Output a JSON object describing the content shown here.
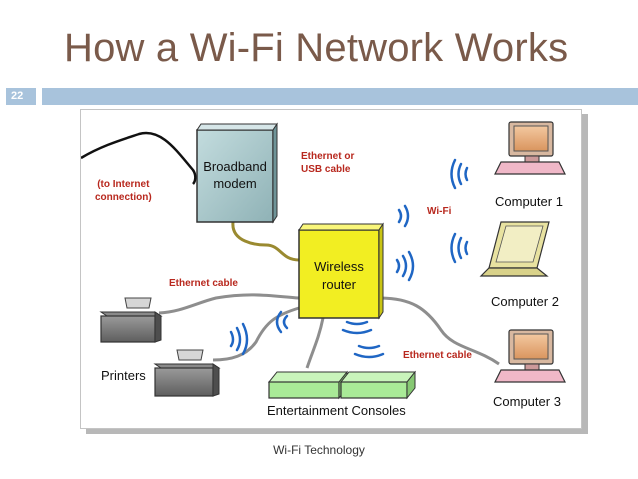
{
  "slide": {
    "title": "How a Wi-Fi Network Works",
    "number": "22",
    "footer": "Wi-Fi Technology"
  },
  "diagram": {
    "nodes": {
      "modem": "Broadband\nmodem",
      "router": "Wireless\nrouter",
      "computer1": "Computer 1",
      "computer2": "Computer 2",
      "computer3": "Computer 3",
      "printers": "Printers",
      "consoles": "Entertainment Consoles"
    },
    "links": {
      "internet": "(to Internet\nconnection)",
      "ethernet_usb": "Ethernet or\nUSB cable",
      "wifi": "Wi-Fi",
      "ethernet_printers": "Ethernet cable",
      "ethernet_computer3": "Ethernet cable"
    },
    "colors": {
      "label_red": "#b8281e",
      "router_yellow": "#f2ee22",
      "modem_teal": "#aac9cc",
      "console_green": "#a9ea97",
      "wave_blue": "#1f66c4",
      "cable_gray": "#8e8e8e",
      "cable_olive": "#9a8a30"
    }
  }
}
